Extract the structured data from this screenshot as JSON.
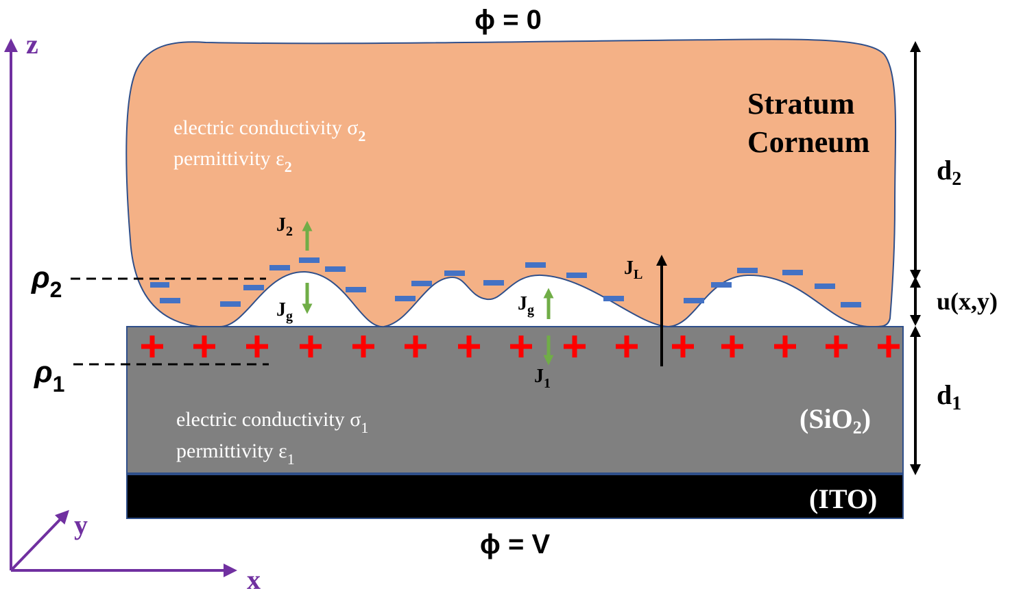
{
  "potentials": {
    "top": "ϕ = 0",
    "bottom": "ϕ = V"
  },
  "stratum": {
    "name_line1": "Stratum",
    "name_line2": "Corneum",
    "conductivity_label": "electric conductivity σ",
    "conductivity_sub": "2",
    "permittivity_label": "permittivity ε",
    "permittivity_sub": "2",
    "fill": "#f4b186"
  },
  "substrate": {
    "material": "(SiO",
    "material_sub": "2",
    "material_close": ")",
    "conductivity_label": "electric conductivity σ",
    "conductivity_sub": "1",
    "permittivity_label": "permittivity ε",
    "permittivity_sub": "1",
    "fill": "#808080"
  },
  "electrode": {
    "material": "(ITO)",
    "fill": "#000000"
  },
  "dimensions": {
    "d2": "d",
    "d2_sub": "2",
    "u": "u(x,y)",
    "d1": "d",
    "d1_sub": "1"
  },
  "charge_densities": {
    "rho2": "ρ",
    "rho2_sub": "2",
    "rho1": "ρ",
    "rho1_sub": "1"
  },
  "currents": {
    "J2": "J",
    "J2_sub": "2",
    "Jg_left": "J",
    "Jg_left_sub": "g",
    "Jg_mid": "J",
    "Jg_mid_sub": "g",
    "J1": "J",
    "J1_sub": "1",
    "JL": "J",
    "JL_sub": "L"
  },
  "axes": {
    "x": "x",
    "y": "y",
    "z": "z",
    "color": "#7030a0"
  },
  "colors": {
    "negative_charge": "#4472c4",
    "positive_charge": "#ff0000",
    "current_arrow": "#70ad47",
    "outline": "#2f4f8a"
  }
}
